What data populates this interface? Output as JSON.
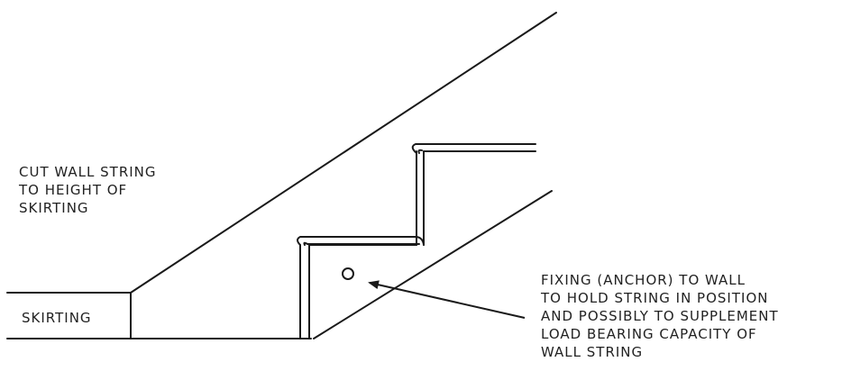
{
  "labels": {
    "cut_wall_string": [
      "CUT WALL STRING",
      "TO HEIGHT OF",
      "SKIRTING"
    ],
    "skirting": "SKIRTING",
    "fixing": [
      "FIXING (ANCHOR) TO WALL",
      "TO HOLD STRING IN POSITION",
      "AND POSSIBLY TO SUPPLEMENT",
      "LOAD BEARING CAPACITY OF",
      "WALL STRING"
    ]
  },
  "colors": {
    "line": "#1a1a1a",
    "text": "#222222",
    "background": "#ffffff"
  }
}
